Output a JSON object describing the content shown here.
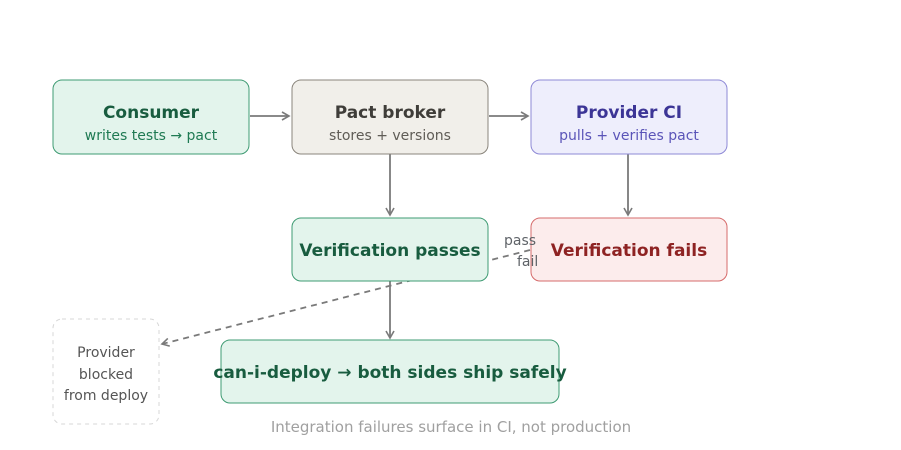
{
  "nodes": {
    "consumer": {
      "title": "Consumer",
      "subtitle": "writes tests → pact",
      "fill": "#e3f4ec",
      "stroke": "#3f9b73",
      "text_color": "#185c3f"
    },
    "broker": {
      "title": "Pact broker",
      "subtitle": "stores + versions",
      "fill": "#f1efea",
      "stroke": "#8a857c",
      "text_color": "#3f3d39",
      "sub_color": "#5f5c56"
    },
    "provider_ci": {
      "title": "Provider CI",
      "subtitle": "pulls + verifies pact",
      "fill": "#eeeefc",
      "stroke": "#8e89d6",
      "text_color": "#3c3596",
      "sub_color": "#5a54b8"
    },
    "verification_passes": {
      "title": "Verification passes"
    },
    "verification_fails": {
      "title": "Verification fails",
      "fill": "#fcecec",
      "stroke": "#d66b6b",
      "text_color": "#8e2323"
    },
    "can_i_deploy": {
      "title": "can-i-deploy → both sides ship safely"
    },
    "provider_blocked": {
      "lines": [
        "Provider",
        "blocked",
        "from deploy"
      ],
      "stroke": "#d7d7d7"
    }
  },
  "edges": {
    "pass_label": "pass",
    "fail_label": "fail",
    "arrow_color": "#7a7a7a"
  },
  "caption": "Integration failures surface in CI, not production"
}
